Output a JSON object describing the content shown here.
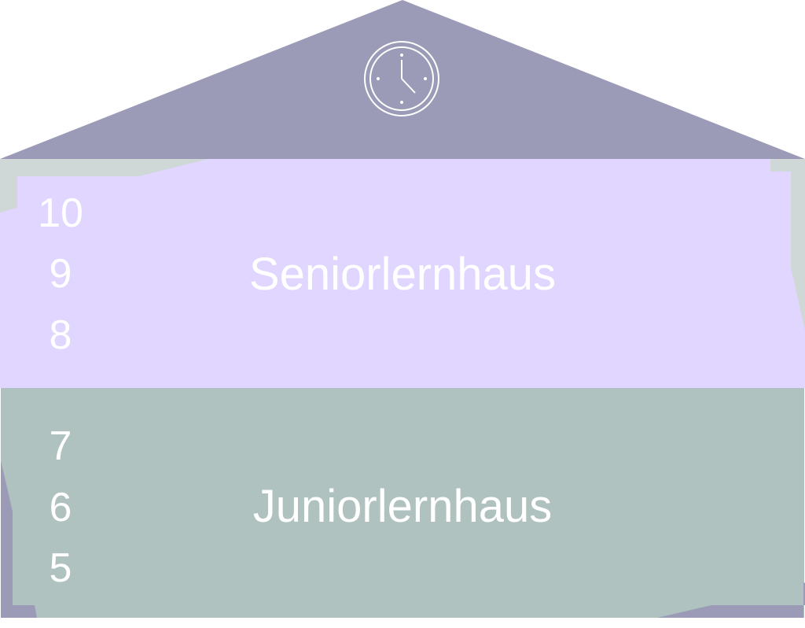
{
  "colors": {
    "roof": "#9b9bb8",
    "senior_fill": "#e0d6ff",
    "senior_backdrop": "#cfd8d6",
    "junior_fill": "#afc2bf",
    "junior_accent": "#9b9bb8",
    "text": "#ffffff"
  },
  "roof": {
    "icon": "clock-icon"
  },
  "senior": {
    "label": "Seniorlernhaus",
    "grades": [
      "10",
      "9",
      "8"
    ]
  },
  "junior": {
    "label": "Juniorlernhaus",
    "grades": [
      "7",
      "6",
      "5"
    ]
  }
}
